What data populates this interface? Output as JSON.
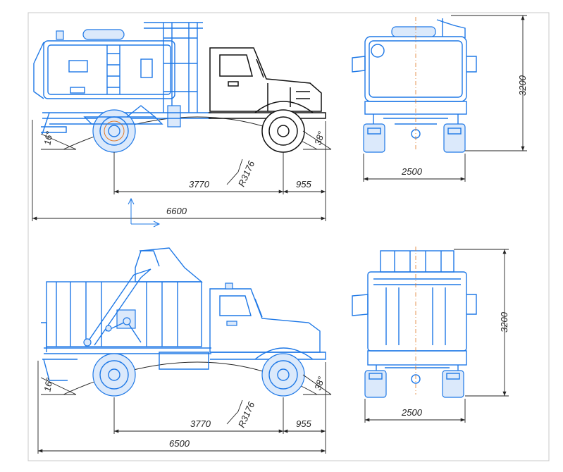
{
  "colors": {
    "blue": "#1e78e6",
    "black": "#111111",
    "dimension": "#222222",
    "centerline": "#e07a2a"
  },
  "top_side_view": {
    "wheelbase": "3770",
    "rear_overhang": "955",
    "overall_length": "6600",
    "turn_radius": "R3176",
    "approach_angle": "16°",
    "departure_angle": "38°"
  },
  "top_rear_view": {
    "width": "2500",
    "height": "3200"
  },
  "bottom_side_view": {
    "wheelbase": "3770",
    "rear_overhang": "955",
    "overall_length": "6500",
    "turn_radius": "R3176",
    "approach_angle": "16°",
    "departure_angle": "38°"
  },
  "bottom_rear_view": {
    "width": "2500",
    "height": "3200"
  }
}
